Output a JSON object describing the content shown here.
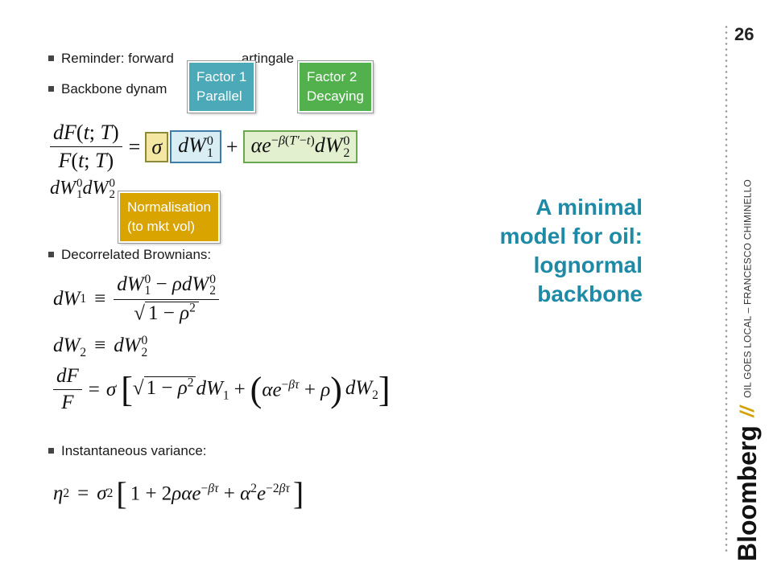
{
  "slide": {
    "page_number": "26",
    "title_lines": [
      "A minimal",
      "model for oil:",
      "lognormal",
      "backbone"
    ]
  },
  "bullets": {
    "reminder": "Reminder: forward",
    "reminder_tail": "artingale",
    "backbone": "Backbone dynam",
    "decorrelated": "Decorrelated Brownians:",
    "variance": "Instantaneous variance:"
  },
  "callouts": {
    "factor1": [
      "Factor 1",
      "Parallel"
    ],
    "factor2": [
      "Factor 2",
      "Decaying"
    ],
    "normalisation": [
      "Normalisation",
      "(to mkt vol)"
    ]
  },
  "sidebar": {
    "brand": "Bloomberg",
    "separator": "//",
    "caption": "OIL GOES LOCAL – FRANCESCO CHIMINELLO"
  },
  "colors": {
    "title": "#1e8aa6",
    "factor1": "#4ba9b8",
    "factor2": "#52b04d",
    "normalisation": "#d9a400",
    "brand_separator": "#d4a000"
  }
}
